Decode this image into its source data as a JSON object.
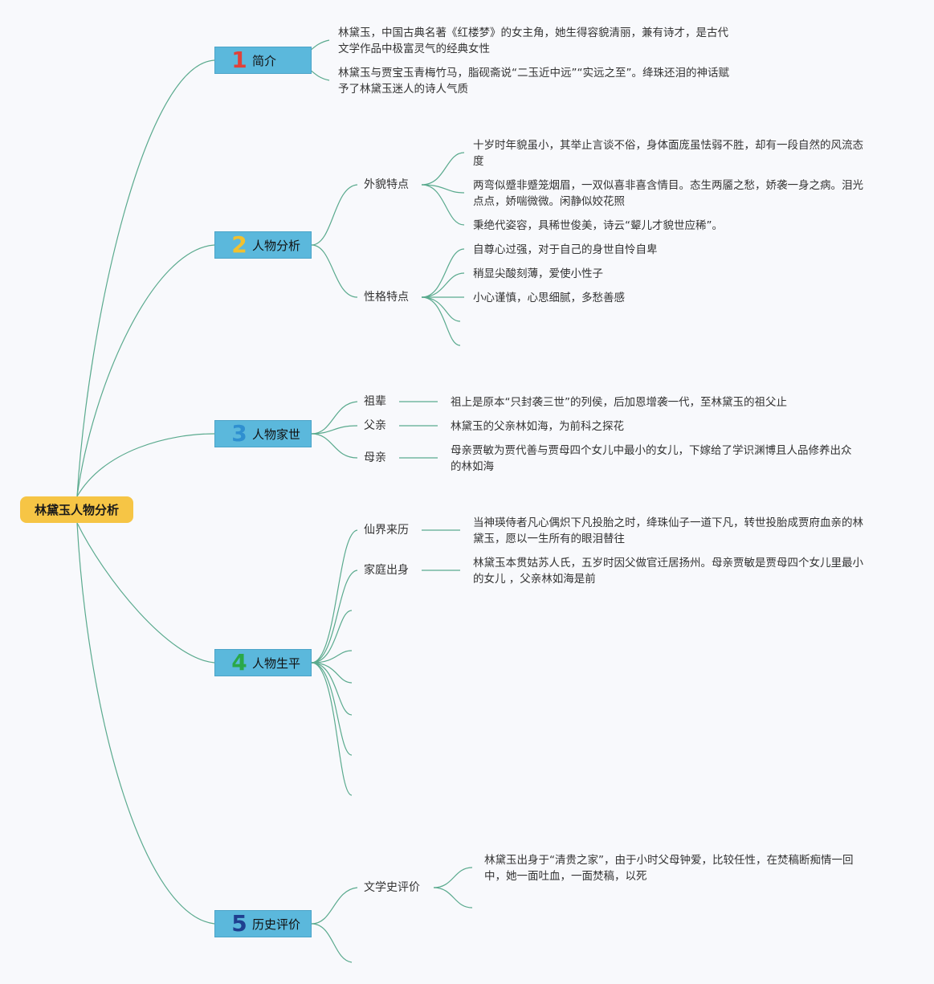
{
  "root": {
    "label": "林黛玉人物分析"
  },
  "colors": {
    "line": "#5aaa8e",
    "root_bg": "#f6c545",
    "branch_bg": "#5bb8dc"
  },
  "branches": [
    {
      "number": "1",
      "num_color": "#e0413a",
      "label": "简介",
      "leaves": [
        "林黛玉，中国古典名著《红楼梦》的女主角，她生得容貌清丽，兼有诗才，是古代文学作品中极富灵气的经典女性",
        "林黛玉与贾宝玉青梅竹马，脂砚斋说“二玉近中远”“实远之至”。绛珠还泪的神话赋予了林黛玉迷人的诗人气质"
      ]
    },
    {
      "number": "2",
      "num_color": "#f2c12e",
      "label": "人物分析",
      "subs": [
        {
          "label": "外貌特点",
          "leaves": [
            "十岁时年貌虽小，其举止言谈不俗，身体面庞虽怯弱不胜，却有一段自然的风流态度",
            "两弯似蹙非蹙笼烟眉，一双似喜非喜含情目。态生两靥之愁，娇袭一身之病。泪光点点，娇喘微微。闲静似姣花照",
            "秉绝代姿容，具稀世俊美，诗云“颦儿才貌世应稀”。"
          ]
        },
        {
          "label": "性格特点",
          "leaves": [
            "自尊心过强，对于自己的身世自怜自卑",
            "稍显尖酸刻薄，爱使小性子",
            "小心谨慎，心思细腻，多愁善感"
          ]
        }
      ]
    },
    {
      "number": "3",
      "num_color": "#2f8fd0",
      "label": "人物家世",
      "subs": [
        {
          "label": "祖辈",
          "leaves": [
            "祖上是原本“只封袭三世”的列侯，后加恩增袭一代，至林黛玉的祖父止"
          ]
        },
        {
          "label": "父亲",
          "leaves": [
            "林黛玉的父亲林如海，为前科之探花"
          ]
        },
        {
          "label": "母亲",
          "leaves": [
            "母亲贾敏为贾代善与贾母四个女儿中最小的女儿，下嫁给了学识渊博且人品修养出众的林如海"
          ]
        }
      ]
    },
    {
      "number": "4",
      "num_color": "#2aa848",
      "label": "人物生平",
      "subs": [
        {
          "label": "仙界来历",
          "leaves": [
            "当神瑛侍者凡心偶炽下凡投胎之时，绛珠仙子一道下凡，转世投胎成贾府血亲的林黛玉，愿以一生所有的眼泪替往"
          ]
        },
        {
          "label": "家庭出身",
          "leaves": [
            "林黛玉本贯姑苏人氏，五岁时因父做官迁居扬州。母亲贾敏是贾母四个女儿里最小的女儿 ，父亲林如海是前"
          ]
        }
      ]
    },
    {
      "number": "5",
      "num_color": "#1f3f8f",
      "label": "历史评价",
      "subs": [
        {
          "label": "文学史评价",
          "leaves": [
            "林黛玉出身于“清贵之家”，由于小时父母钟爱，比较任性，在焚稿断痴情一回中，她一面吐血，一面焚稿，以死"
          ]
        }
      ]
    }
  ]
}
